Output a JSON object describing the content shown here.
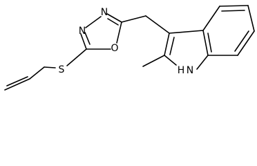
{
  "molecule": {
    "atoms": {
      "n_top": "N",
      "n_left": "N",
      "o_ring": "O",
      "s_thioether": "S",
      "nh_h": "H",
      "nh_n": "N"
    },
    "colors": {
      "bond": "#000000",
      "background": "#ffffff"
    }
  }
}
